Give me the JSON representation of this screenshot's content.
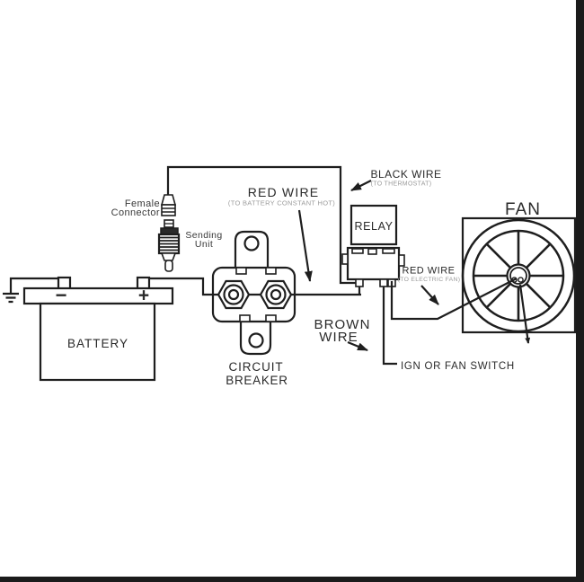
{
  "colors": {
    "line": "#1e1e1e",
    "muted_label": "#9b9b9b",
    "photo_border": "#1b1b1b",
    "background": "#ffffff"
  },
  "components": {
    "battery": {
      "label": "BATTERY",
      "negative_sign": "−",
      "positive_sign": "+"
    },
    "circuit_breaker": {
      "label_line1": "CIRCUIT",
      "label_line2": "BREAKER"
    },
    "relay": {
      "label": "RELAY"
    },
    "fan": {
      "label": "FAN"
    },
    "female_connector": {
      "label_line1": "Female",
      "label_line2": "Connector"
    },
    "sending_unit": {
      "label_line1": "Sending",
      "label_line2": "Unit"
    }
  },
  "wire_labels": {
    "red_wire_battery": {
      "name": "RED WIRE",
      "detail": "(TO BATTERY CONSTANT HOT)"
    },
    "black_wire": {
      "name": "BLACK WIRE",
      "detail": "(TO THERMOSTAT)"
    },
    "red_wire_fan": {
      "name": "RED WIRE",
      "detail": "(TO ELECTRIC FAN)"
    },
    "brown_wire": {
      "name_line1": "BROWN",
      "name_line2": "WIRE"
    },
    "ign_or_fan_switch": {
      "name": "IGN OR FAN SWITCH"
    }
  }
}
